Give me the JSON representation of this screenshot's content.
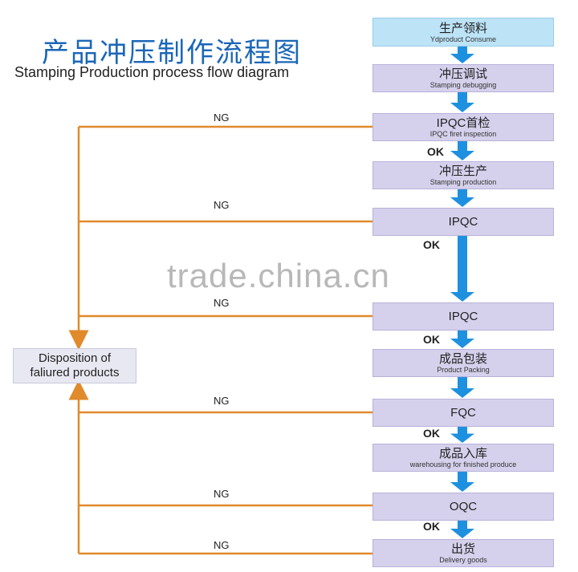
{
  "title_cn": "产品冲压制作流程图",
  "title_en": "Stamping Production process flow diagram",
  "steps": [
    {
      "main": "生产领料",
      "sub": "Ydproduct Consume"
    },
    {
      "main": "冲压调试",
      "sub": "Stamping debugging"
    },
    {
      "main": "IPQC首检",
      "sub": "IPQC firet inspection"
    },
    {
      "main": "冲压生产",
      "sub": "Stamping  production"
    },
    {
      "main": "IPQC",
      "sub": ""
    },
    {
      "main": "IPQC",
      "sub": ""
    },
    {
      "main": "成品包装",
      "sub": "Product Packing"
    },
    {
      "main": "FQC",
      "sub": ""
    },
    {
      "main": "成品入库",
      "sub": "warehousing for finished produce"
    },
    {
      "main": "OQC",
      "sub": ""
    },
    {
      "main": "出货",
      "sub": "Delivery goods"
    }
  ],
  "ok_label": "OK",
  "ng_label": "NG",
  "disposition": {
    "line1": "Disposition of",
    "line2": "faliured products"
  },
  "watermark": "trade.china.cn",
  "colors": {
    "orange": "#e08a2c",
    "blue": "#1e90e0",
    "box": "#d5d1ec",
    "first_box": "#bde3f7"
  }
}
